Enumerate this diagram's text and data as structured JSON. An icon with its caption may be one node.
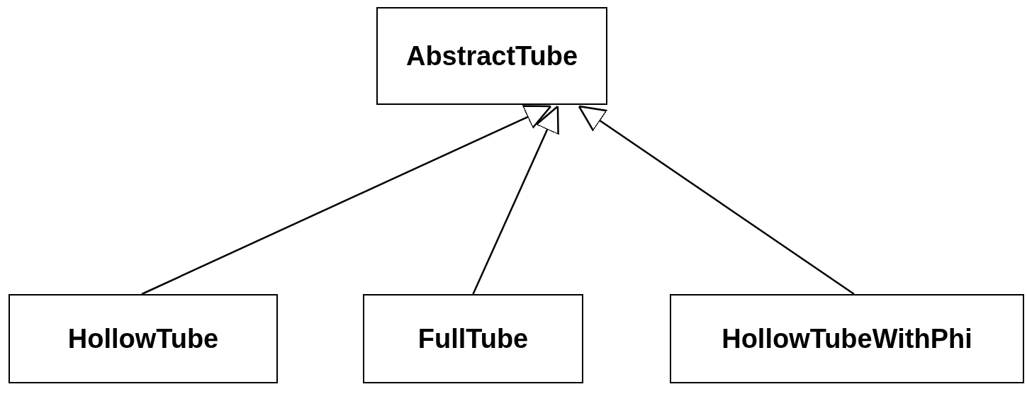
{
  "diagram": {
    "nodes": [
      {
        "text": [
          "AbstractTube"
        ]
      },
      {
        "text": [
          "HollowTube"
        ]
      },
      {
        "text": [
          "FullTube"
        ]
      },
      {
        "text": [
          "HollowTubeWithPhi"
        ]
      }
    ],
    "edges": [
      {
        "from": 1,
        "to": 0,
        "arrow": "to"
      },
      {
        "from": 2,
        "to": 0,
        "arrow": "to"
      },
      {
        "from": 3,
        "to": 0,
        "arrow": "to"
      }
    ]
  }
}
